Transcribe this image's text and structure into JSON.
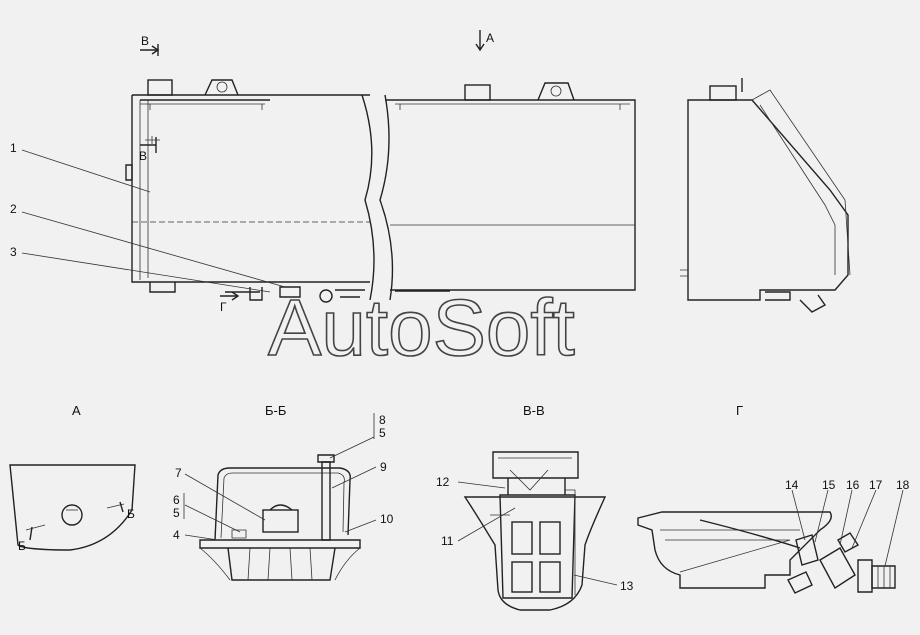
{
  "watermark": "AutoSoft",
  "views": {
    "top_arrow_a": "А",
    "top_arrow_v": "В",
    "side_arrow_v": "В",
    "arrow_g": "Г",
    "section_a": "А",
    "section_bb": "Б-Б",
    "section_vv": "В-В",
    "section_g": "Г",
    "cut_b_left": "Б",
    "cut_b_right": "Б"
  },
  "callouts": {
    "c1": "1",
    "c2": "2",
    "c3": "3",
    "c4": "4",
    "c5a": "5",
    "c6": "6",
    "c7": "7",
    "c8": "8",
    "c5b": "5",
    "c9": "9",
    "c10": "10",
    "c11": "11",
    "c12": "12",
    "c13": "13",
    "c14": "14",
    "c15": "15",
    "c16": "16",
    "c17": "17",
    "c18": "18"
  }
}
